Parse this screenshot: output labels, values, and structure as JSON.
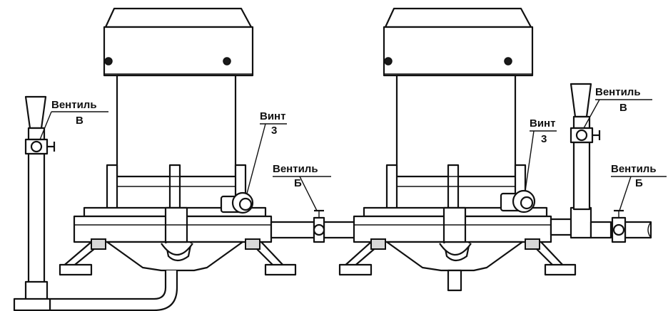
{
  "labels": {
    "left_valve_v": [
      "Вентиль",
      "В"
    ],
    "left_screw": [
      "Винт",
      "3"
    ],
    "left_valve_b": [
      "Вентиль",
      "Б"
    ],
    "right_screw": [
      "Винт",
      "3"
    ],
    "right_valve_v": [
      "Вентиль",
      "В"
    ],
    "right_valve_b": [
      "Вентиль",
      "Б"
    ]
  }
}
